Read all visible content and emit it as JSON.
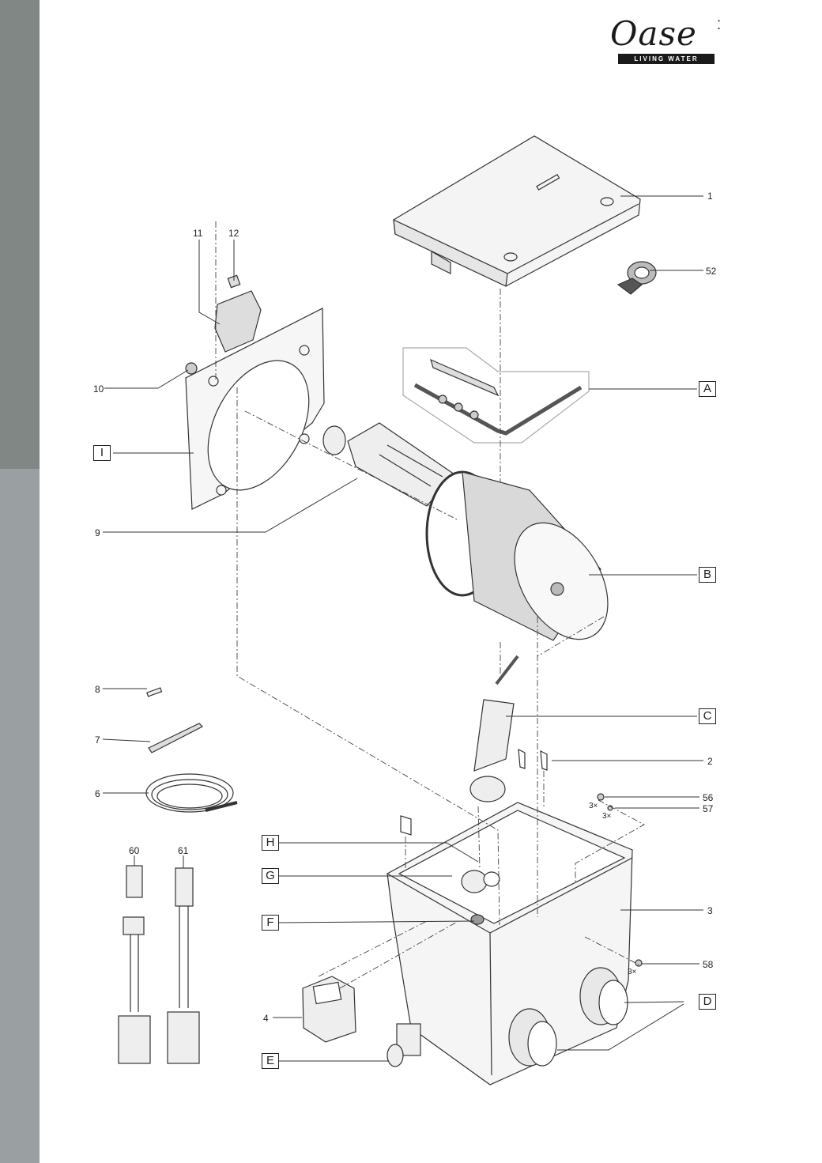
{
  "brand": {
    "name": "Oase",
    "tagline": "LIVING WATER"
  },
  "part_numbers": {
    "p1": "1",
    "p2": "2",
    "p3": "3",
    "p4": "4",
    "p6": "6",
    "p7": "7",
    "p8": "8",
    "p9": "9",
    "p10": "10",
    "p11": "11",
    "p12": "12",
    "p52": "52",
    "p56": "56",
    "p57": "57",
    "p58": "58",
    "p60": "60",
    "p61": "61"
  },
  "assembly_letters": {
    "A": "A",
    "B": "B",
    "C": "C",
    "D": "D",
    "E": "E",
    "F": "F",
    "G": "G",
    "H": "H",
    "I": "I"
  },
  "quantities": {
    "q56": "3×",
    "q57": "3×",
    "q58": "3×"
  },
  "colors": {
    "sidebar_top": "#808785",
    "sidebar_bottom": "#9aa0a2",
    "line": "#333333",
    "fill": "#f2f2f2"
  }
}
